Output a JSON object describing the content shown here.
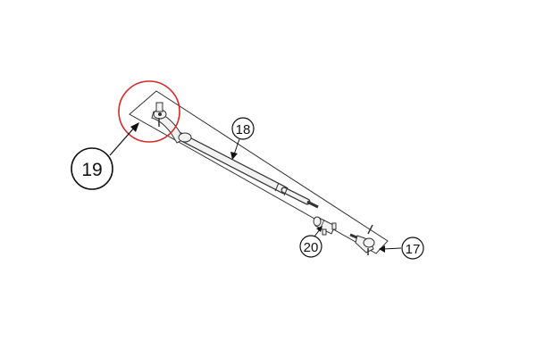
{
  "colors": {
    "line": "#333333",
    "highlight": "#d62a2a",
    "part_fill": "#f2f2f2"
  },
  "callouts": [
    {
      "id": "19",
      "label": "19",
      "highlighted": true
    },
    {
      "id": "18",
      "label": "18"
    },
    {
      "id": "20",
      "label": "20"
    },
    {
      "id": "17",
      "label": "17"
    }
  ]
}
